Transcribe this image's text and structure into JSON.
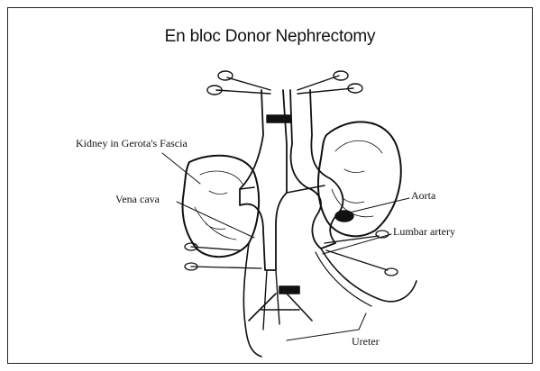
{
  "diagram": {
    "title": "En bloc Donor Nephrectomy",
    "labels": {
      "kidney_gerota": "Kidney in Gerota's Fascia",
      "vena_cava": "Vena cava",
      "aorta": "Aorta",
      "lumbar_artery": "Lumbar artery",
      "ureter": "Ureter"
    }
  },
  "colors": {
    "ink": "#111111",
    "background": "#ffffff"
  }
}
